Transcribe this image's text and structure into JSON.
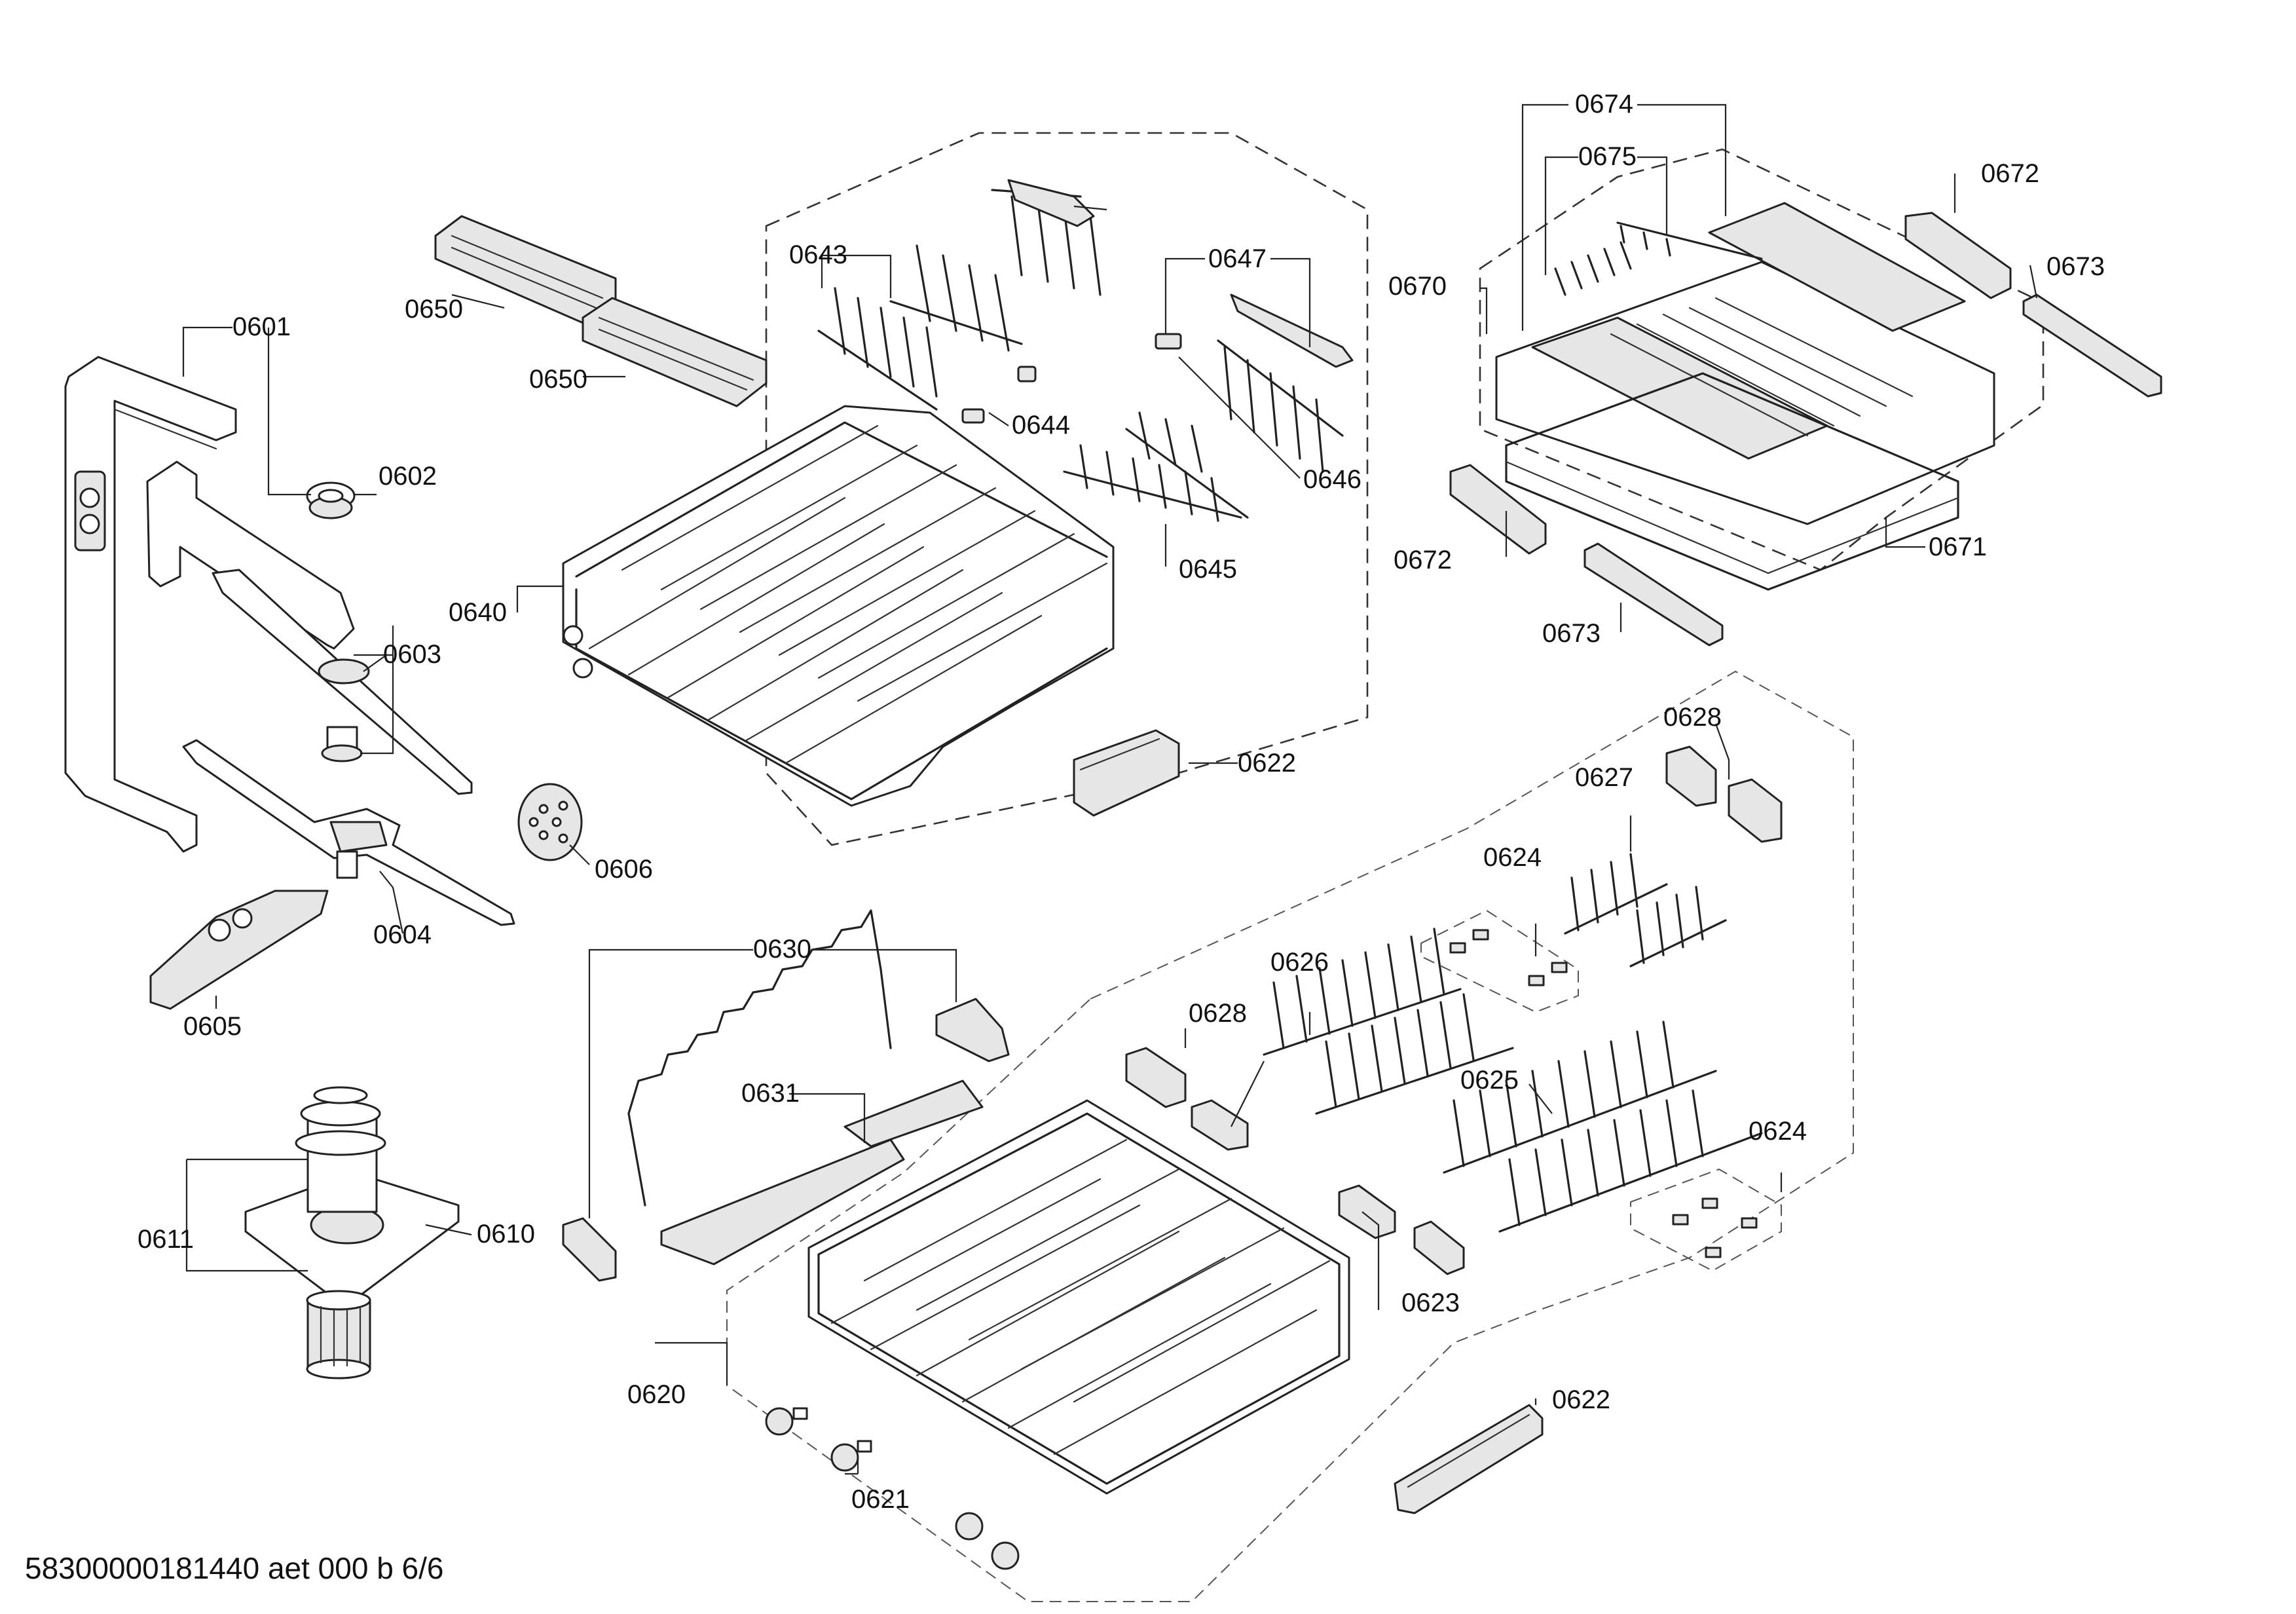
{
  "document": {
    "id_line": "58300000181440 aet 000 b 6/6"
  },
  "labels": {
    "p0601": "0601",
    "p0602": "0602",
    "p0603": "0603",
    "p0604": "0604",
    "p0605": "0605",
    "p0606": "0606",
    "p0610": "0610",
    "p0611": "0611",
    "p0620": "0620",
    "p0621": "0621",
    "p0622a": "0622",
    "p0622b": "0622",
    "p0623": "0623",
    "p0624a": "0624",
    "p0624b": "0624",
    "p0625": "0625",
    "p0626": "0626",
    "p0627": "0627",
    "p0628a": "0628",
    "p0628b": "0628",
    "p0630": "0630",
    "p0631": "0631",
    "p0640": "0640",
    "p0643": "0643",
    "p0644": "0644",
    "p0645": "0645",
    "p0646": "0646",
    "p0647": "0647",
    "p0650a": "0650",
    "p0650b": "0650",
    "p0670": "0670",
    "p0671": "0671",
    "p0672a": "0672",
    "p0672b": "0672",
    "p0673a": "0673",
    "p0673b": "0673",
    "p0674": "0674",
    "p0675": "0675"
  }
}
